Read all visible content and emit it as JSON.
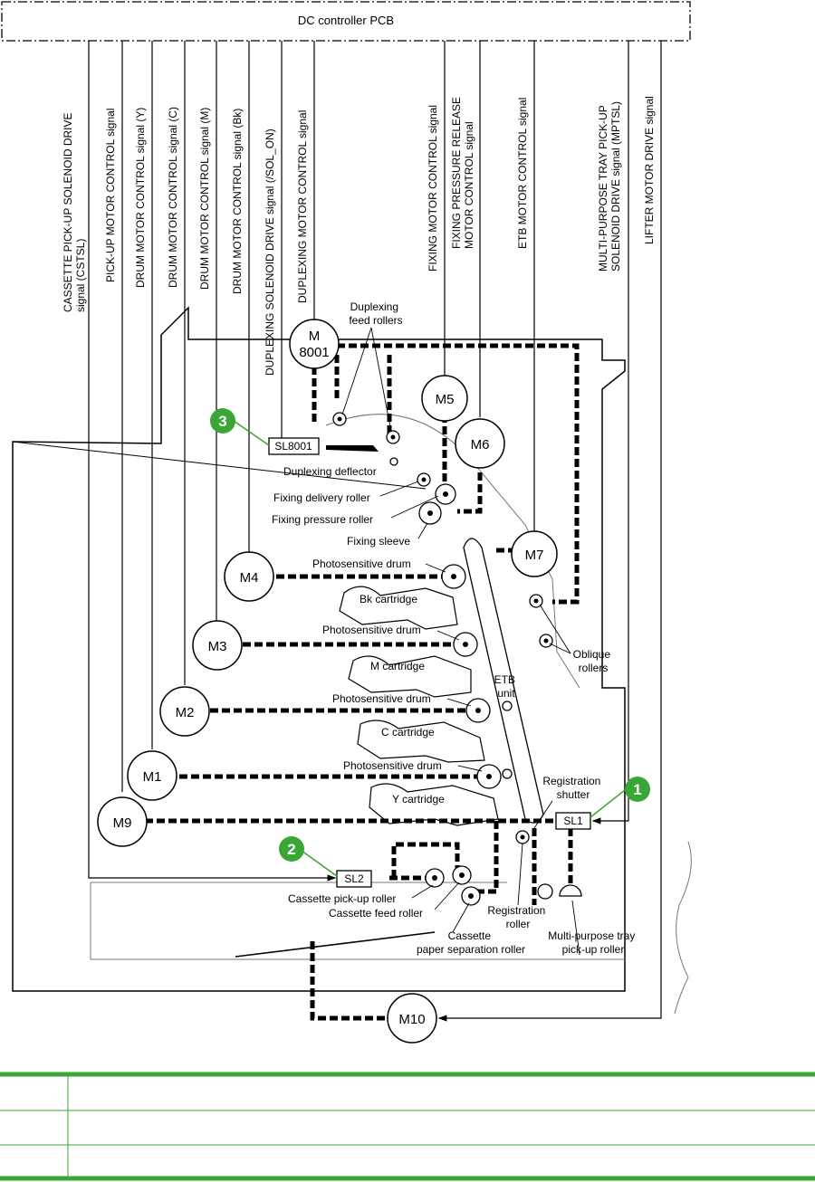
{
  "pcb": {
    "label": "DC controller PCB"
  },
  "signals": [
    "CASSETTE PICK-UP SOLENOID DRIVE|signal (CSTSL)",
    "PICK-UP MOTOR CONTROL signal",
    "DRUM MOTOR CONTROL signal (Y)",
    "DRUM MOTOR CONTROL signal (C)",
    "DRUM MOTOR CONTROL signal (M)",
    "DRUM MOTOR CONTROL signal (Bk)",
    "DUPLEXING SOLENOID DRIVE signal (/SOL_ON)",
    "DUPLEXING MOTOR CONTROL signal",
    "FIXING MOTOR CONTROL signal",
    "FIXING PRESSURE RELEASE|MOTOR CONTROL signal",
    "ETB MOTOR CONTROL signal",
    "MULTI-PURPOSE TRAY PICK-UP|SOLENOID DRIVE signal (MPTSL)",
    "LIFTER MOTOR DRIVE signal"
  ],
  "motors": {
    "m8001": "M|8001",
    "m5": "M5",
    "m6": "M6",
    "m7": "M7",
    "m4": "M4",
    "m3": "M3",
    "m2": "M2",
    "m1": "M1",
    "m9": "M9",
    "m10": "M10"
  },
  "solenoids": {
    "sl8001": "SL8001",
    "sl1": "SL1",
    "sl2": "SL2"
  },
  "callouts": [
    "1",
    "2",
    "3"
  ],
  "labels": {
    "duplexing_feed_rollers": "Duplexing|feed rollers",
    "duplexing_deflector": "Duplexing deflector",
    "fixing_delivery_roller": "Fixing  delivery roller",
    "fixing_pressure_roller": "Fixing pressure roller",
    "fixing_sleeve": "Fixing sleeve",
    "photosensitive_drum": "Photosensitive drum",
    "bk_cartridge": "Bk cartridge",
    "m_cartridge": "M cartridge",
    "c_cartridge": "C cartridge",
    "y_cartridge": "Y cartridge",
    "etb_unit": "ETB|unit",
    "oblique_rollers": "Oblique|rollers",
    "registration_shutter": "Registration|shutter",
    "cassette_pickup_roller": "Cassette pick-up roller",
    "cassette_feed_roller": "Cassette feed roller",
    "cassette_separation_roller": "Cassette|paper separation roller",
    "registration_roller": "Registration|roller",
    "mp_tray_pickup_roller": "Multi-purpose tray|pick-up roller"
  },
  "legend_rows": [
    {
      "num": "",
      "text": ""
    },
    {
      "num": "",
      "text": ""
    },
    {
      "num": "",
      "text": ""
    }
  ],
  "colors": {
    "accent": "#3aa635",
    "badge": "#3aa635",
    "ink": "#000000"
  }
}
